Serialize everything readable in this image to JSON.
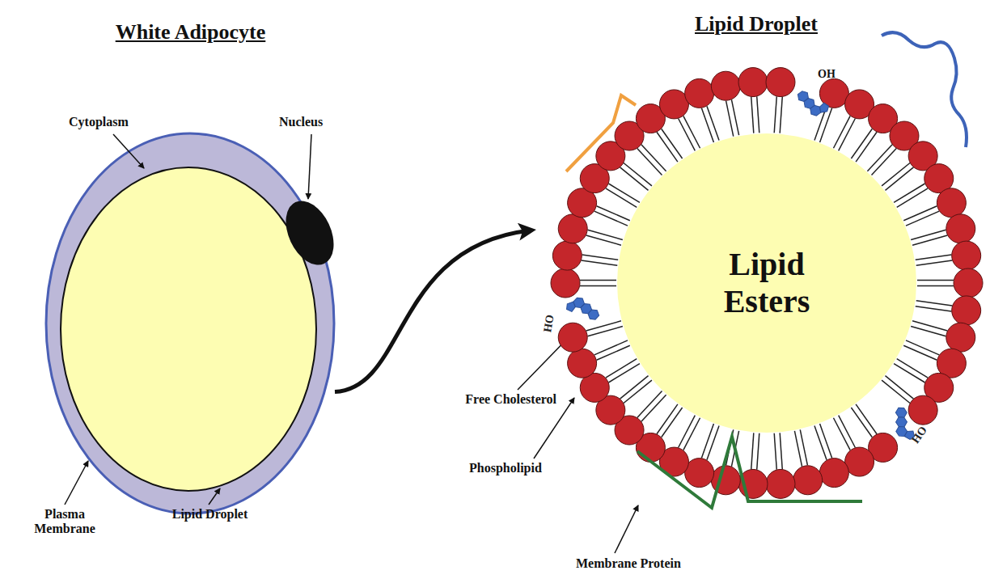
{
  "diagram": {
    "nodes": [
      {
        "text": [
          "White Adipocyte"
        ]
      },
      {
        "text": [
          "Lipid Droplet",
          "Lipid Esters"
        ]
      }
    ],
    "edges": [
      {
        "from": 0,
        "to": 1,
        "arrow": "to"
      }
    ],
    "labels": [
      "Cytoplasm",
      "Nucleus",
      "Plasma Membrane",
      "Lipid Droplet",
      "Free Cholesterol",
      "Phospholipid",
      "Membrane Protein",
      "OH",
      "HO",
      "HO"
    ]
  }
}
